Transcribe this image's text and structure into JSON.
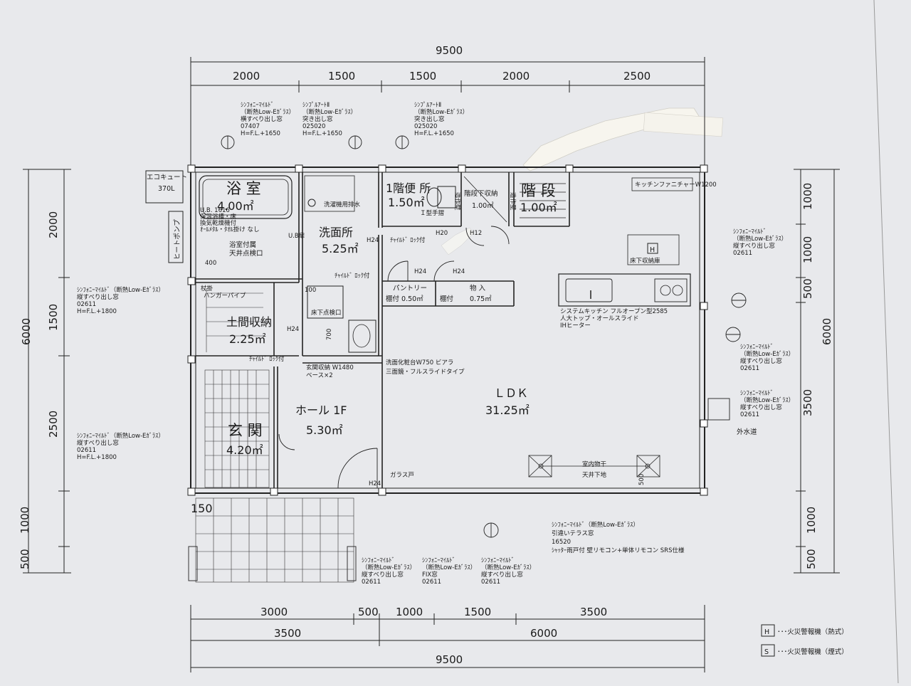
{
  "dims": {
    "top_total": "9500",
    "top": [
      "2000",
      "1500",
      "1500",
      "2000",
      "2500"
    ],
    "bottom_inner": [
      "3000",
      "500",
      "1000",
      "1500",
      "3500"
    ],
    "bottom_mid": [
      "3500",
      "6000"
    ],
    "bottom_total": "9500",
    "left_total": "6000",
    "left": [
      "2000",
      "1500",
      "2500",
      "1000",
      "500"
    ],
    "right_total": "6000",
    "right": [
      "1000",
      "1000",
      "500",
      "3500",
      "1000",
      "500"
    ]
  },
  "rooms": {
    "bath_name": "浴 室",
    "bath_area": "4.00㎡",
    "wash_name": "洗面所",
    "wash_area": "5.25㎡",
    "toilet_name": "1階便 所",
    "toilet_area": "1.50㎡",
    "understair_name": "階段下収納",
    "understair_area": "1.00㎡",
    "stairs_name": "階 段",
    "stairs_area": "1.00㎡",
    "doma_name": "土間収納",
    "doma_area": "2.25㎡",
    "hall_name": "ホール 1F",
    "hall_area": "5.30㎡",
    "entrance_name": "玄 関",
    "entrance_area": "4.20㎡",
    "ldk_name": "ＬＤＫ",
    "ldk_area": "31.25㎡",
    "pantry_name": "パントリー",
    "pantry_area": "棚付 0.50㎡",
    "storage_name": "物 入",
    "storage_area": "0.75㎡",
    "storage_shelf": "棚付"
  },
  "labels": {
    "ecocute_1": "エコキュート",
    "ecocute_2": "370L",
    "heatpump": "ヒートポンプ",
    "washer_drain": "洗濯機用排水",
    "bath_spec_1": "U.B. 1616",
    "bath_spec_2": "保温浴槽・床",
    "bath_spec_3": "換気乾燥機付",
    "bath_spec_4": "ｵｰﾙﾒﾀﾙ・ﾀｵﾙ掛け なし",
    "bath_inspect_1": "浴室付属",
    "bath_inspect_2": "天井点検口",
    "ub_door": "U.B扉",
    "val_400": "400",
    "grab_bar": "Ｉ型手摺",
    "child_lock_1": "ﾁｬｲﾙﾄﾞ ﾛｯｸ付",
    "child_lock_2": "ﾁｬｲﾙﾄﾞ ﾛｯｸ付",
    "child_lock_3": "ﾁｬｲﾙﾄﾞ ﾛｯｸ付",
    "h24_a": "H24",
    "h24_b": "H24",
    "h24_c": "H24",
    "h24_d": "H24",
    "h24_e": "H24",
    "h20": "H20",
    "h12": "H12",
    "spacer_1": "造作壁",
    "spacer_2": "造作壁",
    "val_100": "100",
    "val_700": "700",
    "floor_inspect": "床下点検口",
    "umbrella": "杖掛",
    "hanger_pipe": "ハンガーパイプ",
    "genkan_storage_1": "玄関収納 W1480",
    "genkan_storage_2": "ベース×2",
    "vanity_1": "洗面化粧台W750 ビアラ",
    "vanity_2": "三面鏡・フルスライドタイプ",
    "glass_door": "ガラス戸",
    "kitchen_fan": "キッチンファニチャーW1200",
    "underfloor_storage": "床下収納庫",
    "kitchen_1": "システムキッチン フルオープン型2585",
    "kitchen_2": "人大トップ・オールスライド",
    "kitchen_3": "IHヒーター",
    "indoor_dry_1": "室内物干",
    "indoor_dry_2": "天井下地",
    "val_500": "500",
    "val_150": "150",
    "outdoor_faucet": "外水道"
  },
  "windows": {
    "w1": [
      "ｼﾝﾌｫﾆｰﾏｲﾙﾄﾞ",
      "（断熱Low-Eｶﾞﾗｽ）",
      "横すべり出し窓",
      "07407",
      "H=F.L.+1650"
    ],
    "w2": [
      "ｼﾝﾌﾟﾙｱｰﾄⅡ",
      "（断熱Low-Eｶﾞﾗｽ）",
      "突き出し窓",
      "025020",
      "H=F.L.+1650"
    ],
    "w3": [
      "ｼﾝﾌﾟﾙｱｰﾄⅡ",
      "（断熱Low-Eｶﾞﾗｽ）",
      "突き出し窓",
      "025020",
      "H=F.L.+1650"
    ],
    "w4": [
      "ｼﾝﾌｫﾆｰﾏｲﾙﾄﾞ（断熱Low-Eｶﾞﾗｽ）",
      "縦すべり出し窓",
      "02611",
      "H=F.L.+1800"
    ],
    "w5": [
      "ｼﾝﾌｫﾆｰﾏｲﾙﾄﾞ（断熱Low-Eｶﾞﾗｽ）",
      "縦すべり出し窓",
      "02611",
      "H=F.L.+1800"
    ],
    "w6": [
      "ｼﾝﾌｫﾆｰﾏｲﾙﾄﾞ",
      "（断熱Low-Eｶﾞﾗｽ）",
      "縦すべり出し窓",
      "02611"
    ],
    "w7": [
      "ｼﾝﾌｫﾆｰﾏｲﾙﾄﾞ",
      "（断熱Low-Eｶﾞﾗｽ）",
      "縦すべり出し窓",
      "02611"
    ],
    "w8": [
      "ｼﾝﾌｫﾆｰﾏｲﾙﾄﾞ",
      "（断熱Low-Eｶﾞﾗｽ）",
      "縦すべり出し窓",
      "02611"
    ],
    "w9": [
      "ｼﾝﾌｫﾆｰﾏｲﾙﾄﾞ",
      "（断熱Low-Eｶﾞﾗｽ）",
      "縦すべり出し窓",
      "02611"
    ],
    "w10": [
      "ｼﾝﾌｫﾆｰﾏｲﾙﾄﾞ",
      "（断熱Low-Eｶﾞﾗｽ）",
      "FIX窓",
      "02611"
    ],
    "w11": [
      "ｼﾝﾌｫﾆｰﾏｲﾙﾄﾞ",
      "（断熱Low-Eｶﾞﾗｽ）",
      "縦すべり出し窓",
      "02611"
    ],
    "w12": [
      "ｼﾝﾌｫﾆｰﾏｲﾙﾄﾞ（断熱Low-Eｶﾞﾗｽ）",
      "引違いテラス窓",
      "16520",
      "ｼｬｯﾀｰ雨戸付 壁リモコン+単体リモコン SRS仕様"
    ]
  },
  "legend": {
    "heat_mark": "H",
    "heat_text": "･･･火災警報機（熱式）",
    "smoke_mark": "S",
    "smoke_text": "･･･火災警報機（煙式）"
  }
}
